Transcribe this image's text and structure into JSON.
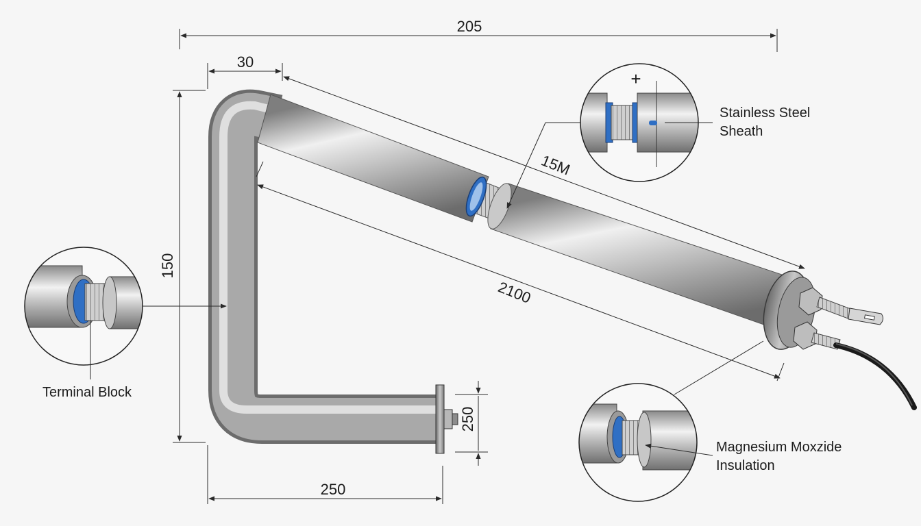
{
  "dimensions": {
    "overall_width": "205",
    "bend_offset": "30",
    "height": "150",
    "bottom_length": "250",
    "flange_height": "250",
    "upper_length": "15M",
    "diagonal_length": "2100"
  },
  "callouts": {
    "stainless_line1": "Stainless Steel",
    "stainless_line2": "Sheath",
    "terminal_block": "Terminal Block",
    "magnesium_line1": "Magnesium Moxzide",
    "magnesium_line2": "Insulation",
    "polarity_plus": "+"
  },
  "colors": {
    "insulation_blue": "#2f6fc4",
    "steel_light": "#eeeeee",
    "steel_dark": "#7b7b7b"
  }
}
